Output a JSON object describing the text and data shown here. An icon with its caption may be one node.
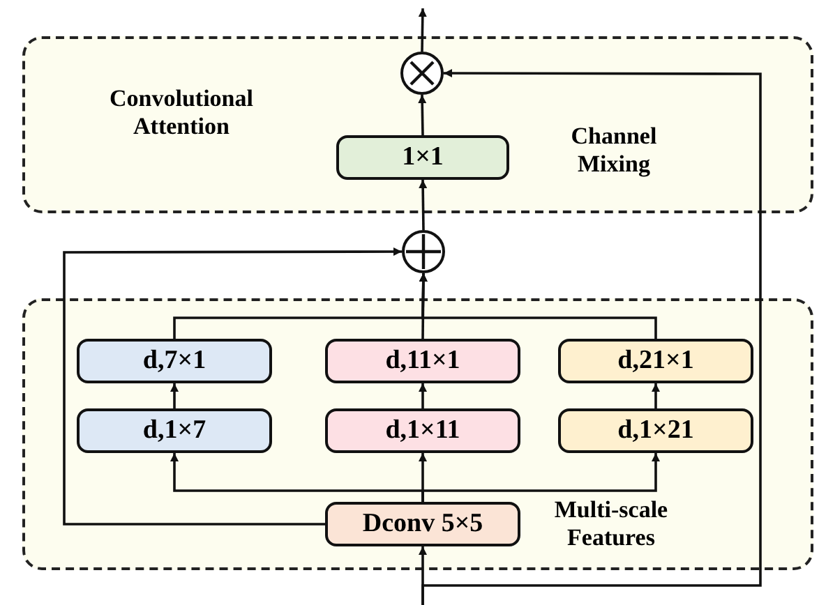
{
  "diagram": {
    "nodes": [
      {
        "text": [
          "Convolutional Attention"
        ]
      },
      {
        "text": [],
        "shape": "circle",
        "in": 0
      },
      {
        "text": [
          "1×1"
        ],
        "in": 0,
        "beside": [
          "Channel Mixing"
        ]
      },
      {
        "text": [],
        "shape": "circle"
      },
      {
        "text": [
          "Multi-scale Features"
        ]
      },
      {
        "text": [
          "d,7×1"
        ],
        "in": 4
      },
      {
        "text": [
          "d,11×1"
        ],
        "in": 4
      },
      {
        "text": [
          "d,21×1"
        ],
        "in": 4
      },
      {
        "text": [
          "d,1×7"
        ],
        "in": 4
      },
      {
        "text": [
          "d,1×11"
        ],
        "in": 4
      },
      {
        "text": [
          "d,1×21"
        ],
        "in": 4
      },
      {
        "text": [
          "Dconv 5×5"
        ],
        "in": 4
      }
    ],
    "edges": [
      {
        "from": null,
        "to": 11,
        "arrow": "to"
      },
      {
        "from": null,
        "to": 1,
        "arrow": "to"
      },
      {
        "from": 11,
        "to": 3,
        "arrow": "to"
      },
      {
        "from": 11,
        "to": 8,
        "arrow": "to"
      },
      {
        "from": 11,
        "to": 9,
        "arrow": "to"
      },
      {
        "from": 11,
        "to": 10,
        "arrow": "to"
      },
      {
        "from": 8,
        "to": 5,
        "arrow": "to"
      },
      {
        "from": 9,
        "to": 6,
        "arrow": "to"
      },
      {
        "from": 10,
        "to": 7,
        "arrow": "to"
      },
      {
        "from": 5,
        "to": 3,
        "arrow": "to"
      },
      {
        "from": 6,
        "to": 3,
        "arrow": "to"
      },
      {
        "from": 7,
        "to": 3,
        "arrow": "to"
      },
      {
        "from": 3,
        "to": 2,
        "arrow": "to"
      },
      {
        "from": 2,
        "to": 1,
        "arrow": "to"
      },
      {
        "from": 1,
        "to": null,
        "arrow": "to"
      }
    ]
  }
}
